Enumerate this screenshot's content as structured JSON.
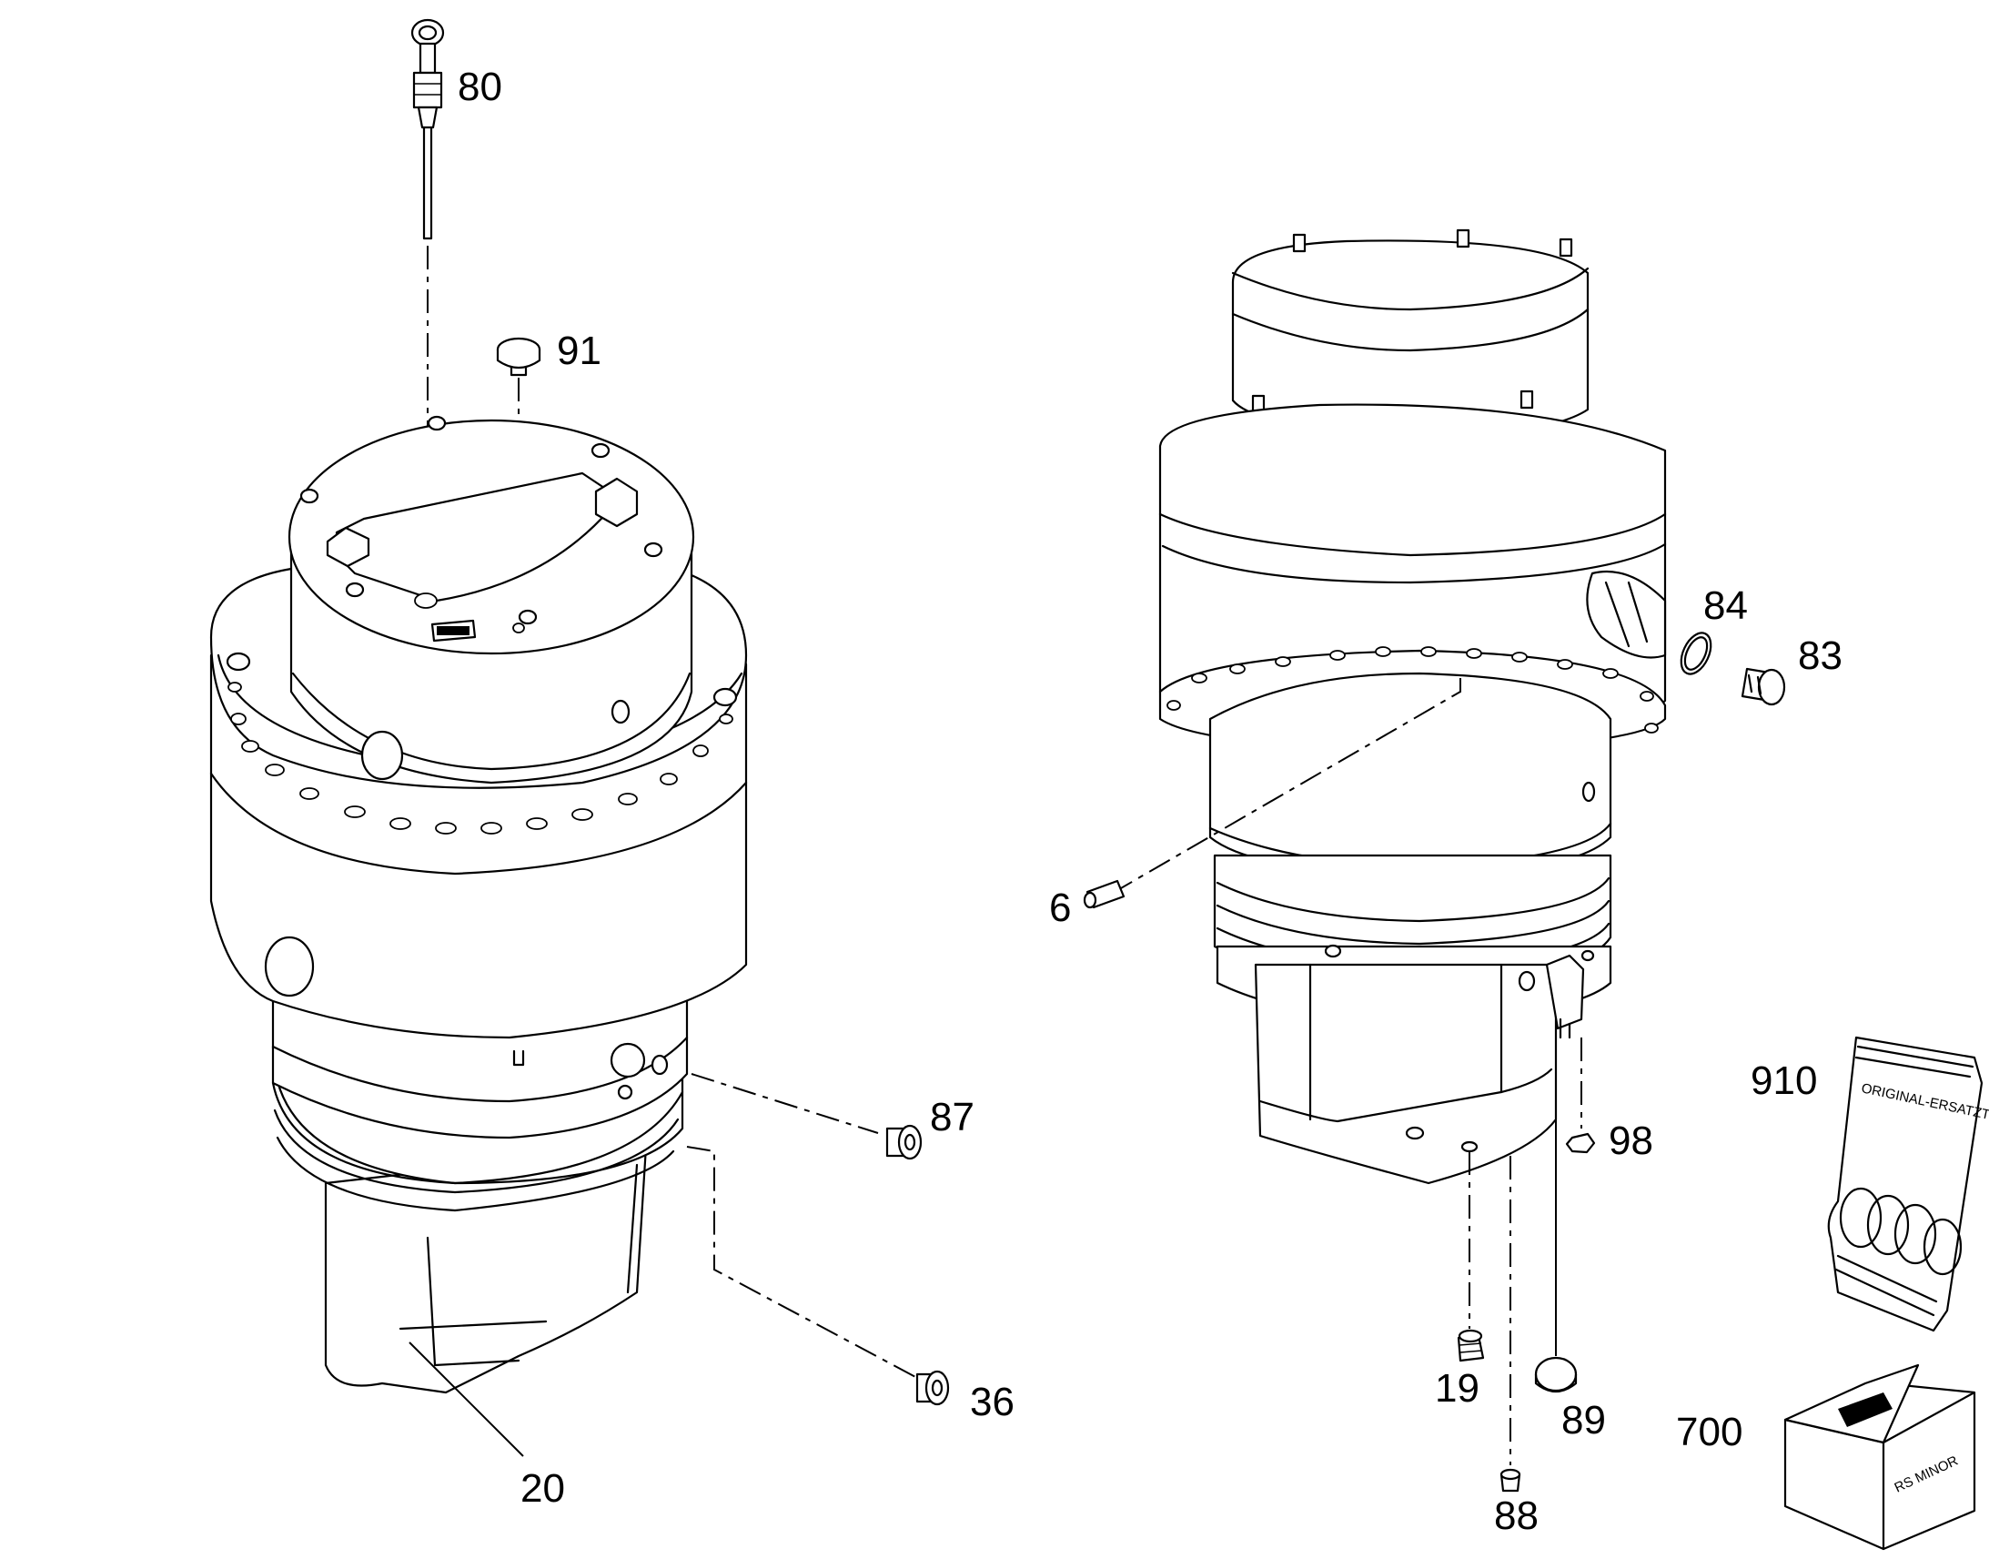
{
  "callouts": {
    "c80": "80",
    "c91": "91",
    "c87": "87",
    "c36": "36",
    "c20": "20",
    "c6": "6",
    "c84": "84",
    "c83": "83",
    "c910": "910",
    "c98": "98",
    "c19": "19",
    "c89": "89",
    "c88": "88",
    "c700": "700"
  },
  "kit_bag": {
    "print": "ORIGINAL-ERSATZTEILE"
  },
  "box": {
    "print": "RS MINOR"
  },
  "colors": {
    "line": "#000000",
    "background": "#ffffff"
  }
}
